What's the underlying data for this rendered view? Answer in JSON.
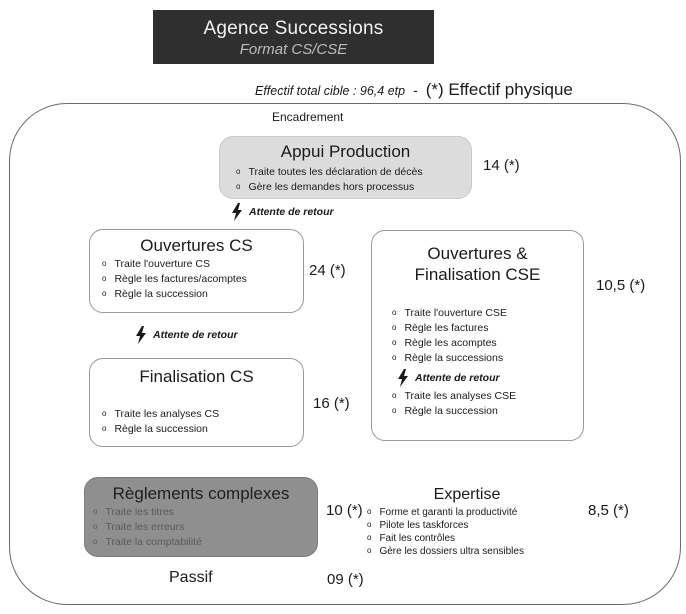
{
  "header": {
    "title": "Agence Successions",
    "subtitle": "Format CS/CSE"
  },
  "summary": {
    "target_label": "Effectif total cible : 96,4 etp",
    "separator": "-",
    "legend": "(*) Effectif physique"
  },
  "frame": {
    "label": "Encadrement"
  },
  "appui": {
    "title": "Appui Production",
    "items": [
      "Traite toutes les déclaration de décès",
      "Gère les demandes hors processus"
    ],
    "count": "14 (*)"
  },
  "wait_label": "Attente de retour",
  "ouvertures_cs": {
    "title": "Ouvertures CS",
    "items": [
      "Traite l'ouverture CS",
      "Règle les factures/acomptes",
      "Règle la succession"
    ],
    "count": "24 (*)"
  },
  "finalisation_cs": {
    "title": "Finalisation CS",
    "items": [
      "Traite les analyses CS",
      "Règle la succession"
    ],
    "count": "16 (*)"
  },
  "cse": {
    "title_line1": "Ouvertures &",
    "title_line2": "Finalisation CSE",
    "items_top": [
      "Traite l'ouverture CSE",
      "Règle les factures",
      "Règle les acomptes",
      "Règle la successions"
    ],
    "items_bottom": [
      "Traite les analyses CSE",
      "Règle la succession"
    ],
    "count": "10,5 (*)"
  },
  "reglements": {
    "title": "Règlements complexes",
    "items": [
      "Traite les titres",
      "Traite les erreurs",
      "Traite la comptabilité"
    ],
    "count": "10 (*)"
  },
  "expertise": {
    "title": "Expertise",
    "items": [
      "Forme et garanti la productivité",
      "Pilote les taskforces",
      "Fait les contrôles",
      "Gère les dossiers ultra sensibles"
    ],
    "count": "8,5 (*)"
  },
  "passif": {
    "title": "Passif",
    "count": "09 (*)"
  }
}
